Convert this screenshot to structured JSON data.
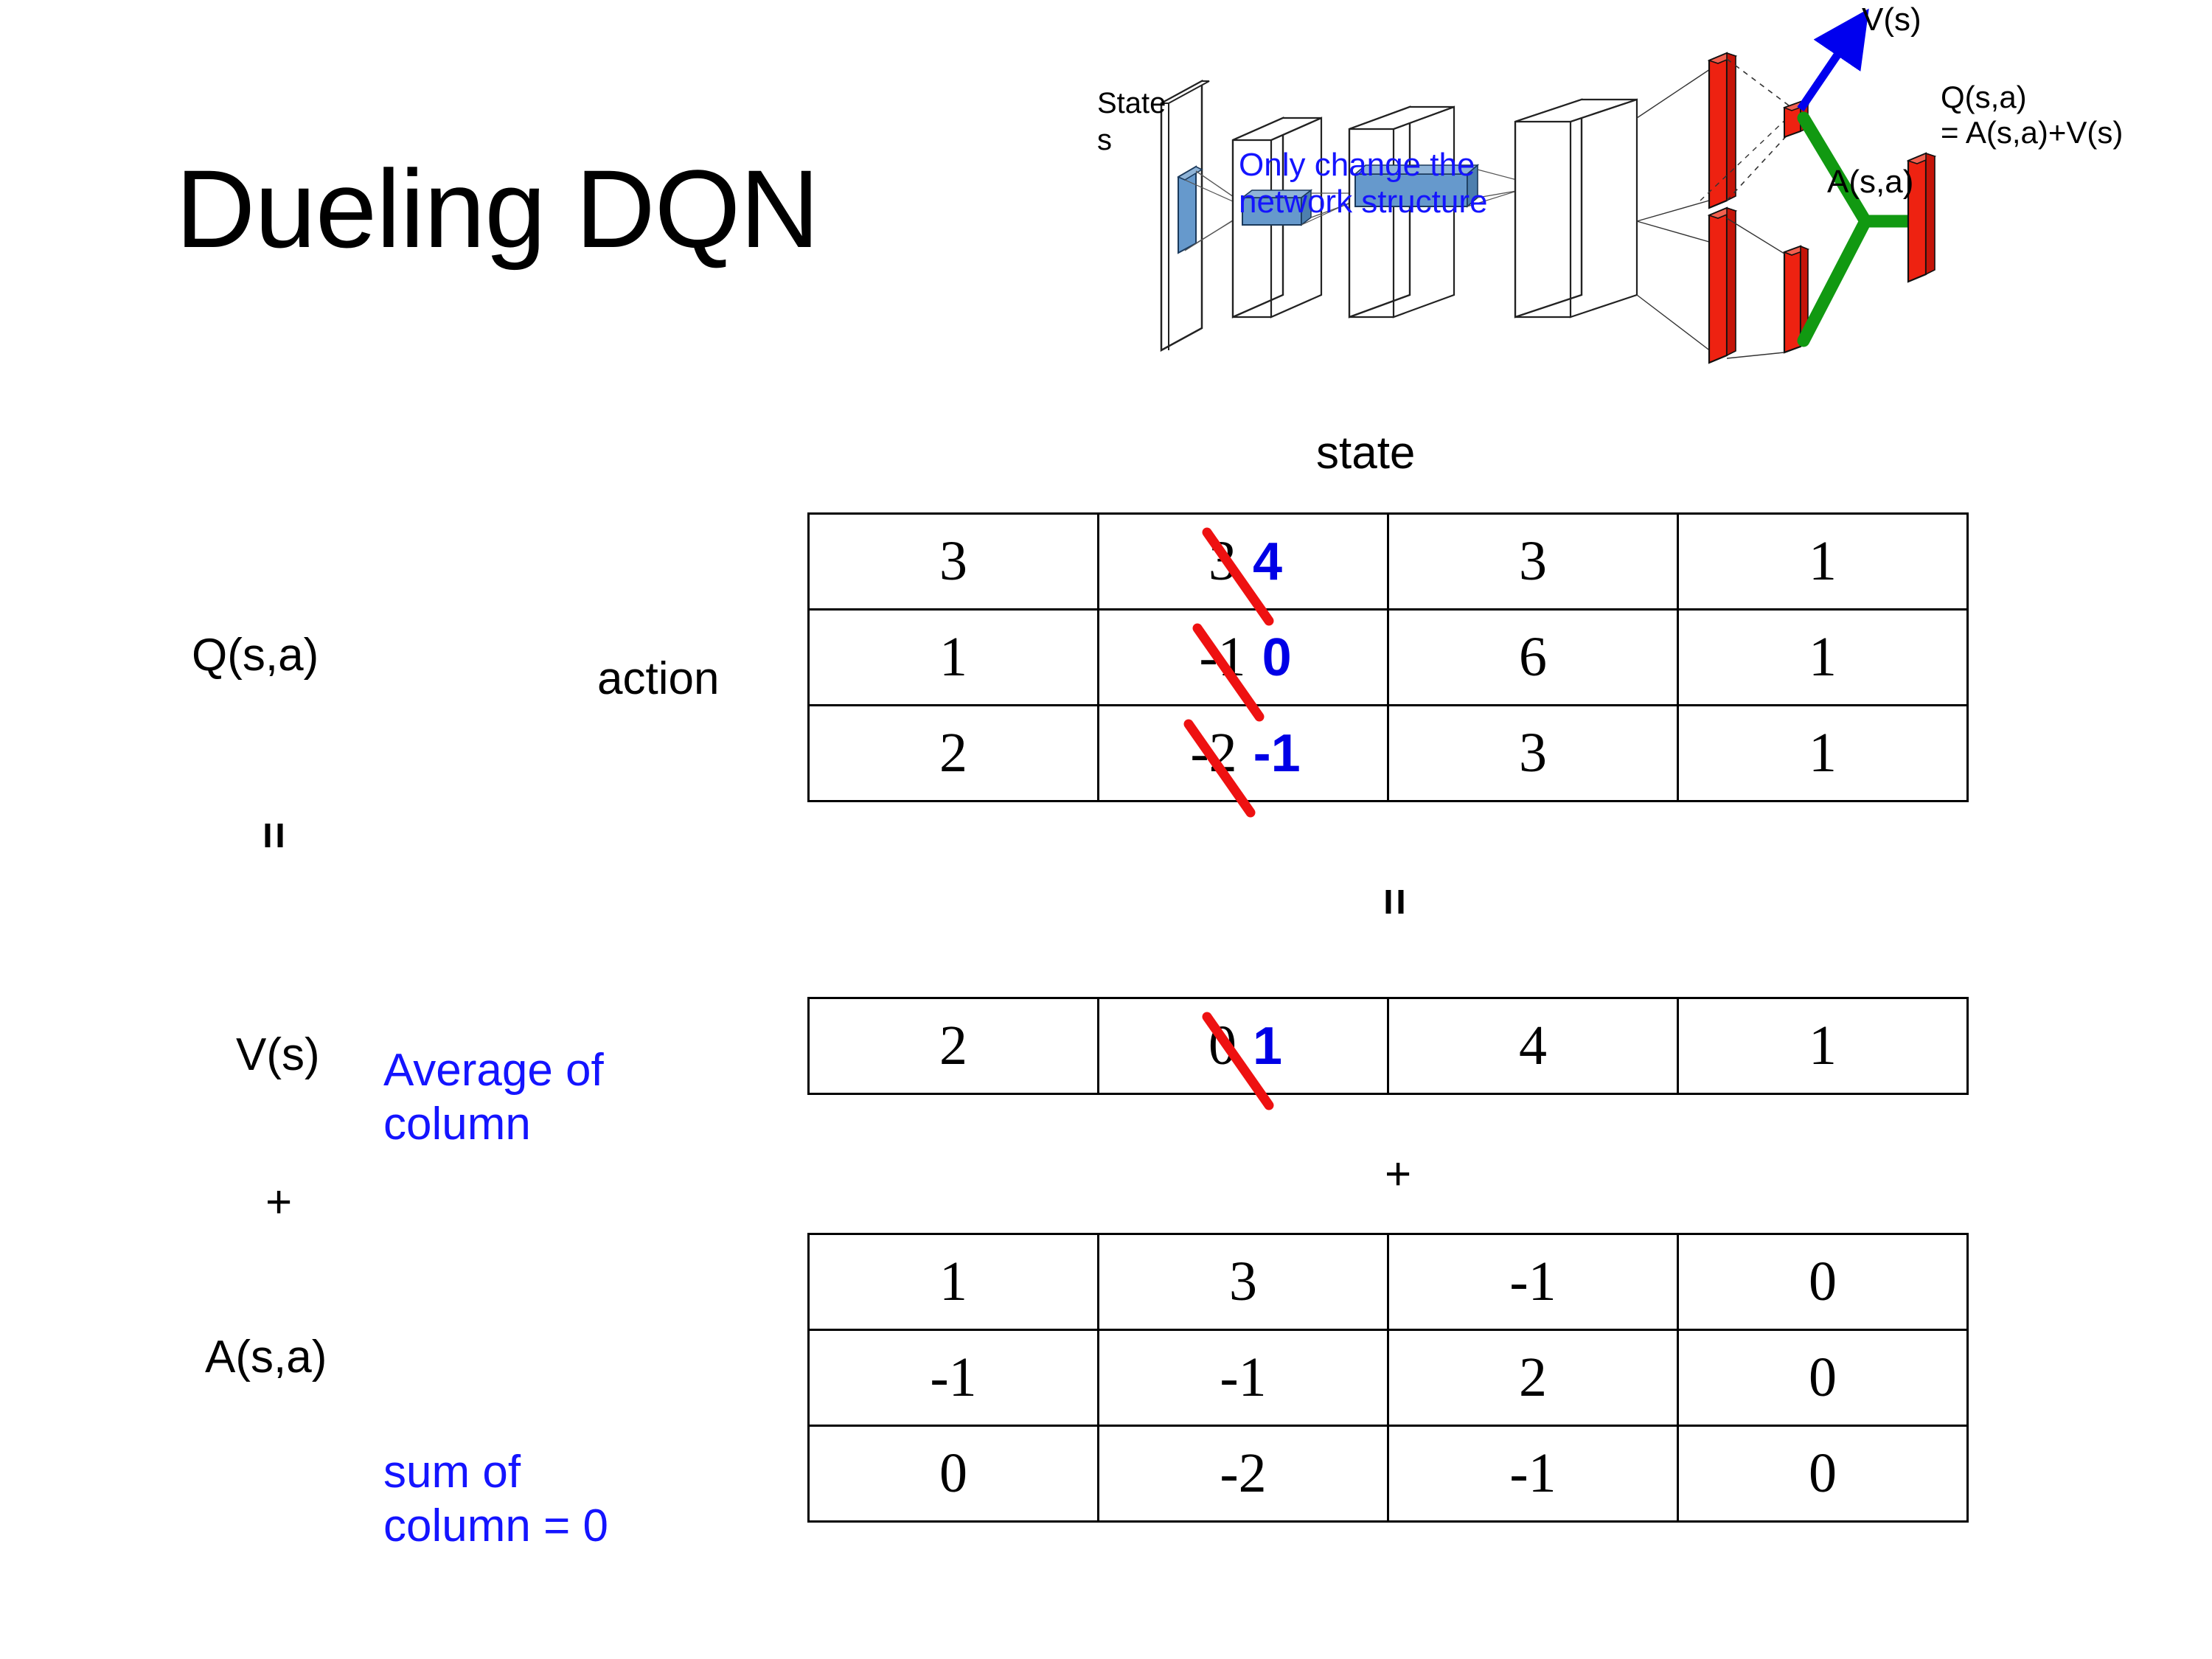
{
  "title": "Dueling DQN",
  "diagram": {
    "state_label_line1": "State",
    "state_label_line2": "s",
    "note": "Only change the\nnetwork structure",
    "note_line1": "Only change the",
    "note_line2": "network structure",
    "v_output_label": "V(s)",
    "a_output_label": "A(s,a)",
    "q_output_label_line1": "Q(s,a)",
    "q_output_label_line2": "= A(s,a)+V(s)",
    "colors": {
      "note": "#1414ff",
      "arrow": "#0000ee",
      "red_bar": "#ee2211",
      "green_link": "#119911",
      "blue_block": "#6699cc"
    }
  },
  "labels": {
    "state": "state",
    "action": "action",
    "q": "Q(s,a)",
    "v": "V(s)",
    "a": "A(s,a)",
    "equals": "=",
    "plus": "+",
    "avg_note_line1": "Average of",
    "avg_note_line2": "column",
    "sum_note_line1": "sum of",
    "sum_note_line2": "column = 0"
  },
  "colors": {
    "annotation_blue": "#1414ff",
    "edit_blue": "#0000e6",
    "strike_red": "#ee1111"
  },
  "chart_data": {
    "type": "table",
    "title": "Dueling DQN  Q(s,a) = V(s) + A(s,a)",
    "tables": [
      {
        "name": "Q(s,a)",
        "row_axis": "action",
        "col_axis": "state",
        "rows": [
          [
            "3",
            "3",
            "3",
            "1"
          ],
          [
            "1",
            "-1",
            "6",
            "1"
          ],
          [
            "2",
            "-2",
            "3",
            "1"
          ]
        ],
        "edits": [
          {
            "row": 0,
            "col": 1,
            "old": "3",
            "new": "4"
          },
          {
            "row": 1,
            "col": 1,
            "old": "-1",
            "new": "0"
          },
          {
            "row": 2,
            "col": 1,
            "old": "-2",
            "new": "-1"
          }
        ]
      },
      {
        "name": "V(s)",
        "rows": [
          [
            "2",
            "0",
            "4",
            "1"
          ]
        ],
        "edits": [
          {
            "row": 0,
            "col": 1,
            "old": "0",
            "new": "1"
          }
        ]
      },
      {
        "name": "A(s,a)",
        "rows": [
          [
            "1",
            "3",
            "-1",
            "0"
          ],
          [
            "-1",
            "-1",
            "2",
            "0"
          ],
          [
            "0",
            "-2",
            "-1",
            "0"
          ]
        ],
        "edits": []
      }
    ]
  }
}
